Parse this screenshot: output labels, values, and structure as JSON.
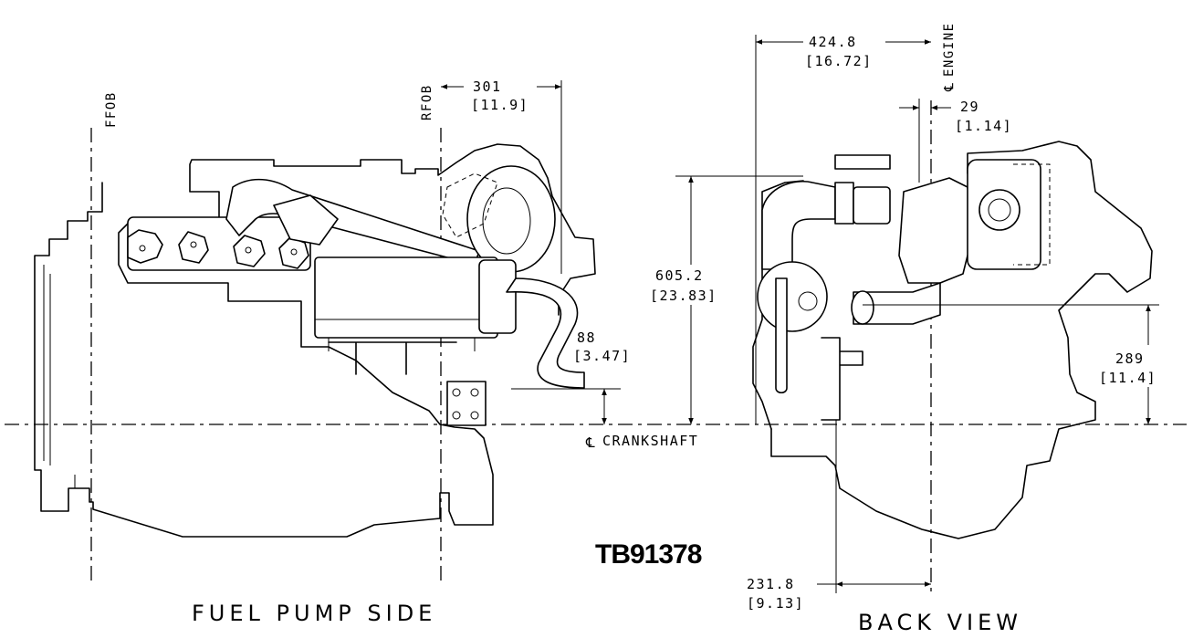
{
  "drawing_code": "TB91378",
  "views": {
    "left": "FUEL PUMP SIDE",
    "right": "BACK VIEW"
  },
  "reference_lines": {
    "ffob": "FFOB",
    "rfob": "RFOB",
    "engine": "ENGINE",
    "crankshaft": "CRANKSHAFT",
    "centerline_symbol": "℄"
  },
  "dimensions": {
    "d301": {
      "mm": "301",
      "in": "[11.9]"
    },
    "d88": {
      "mm": "88",
      "in": "[3.47]"
    },
    "d424": {
      "mm": "424.8",
      "in": "[16.72]"
    },
    "d29": {
      "mm": "29",
      "in": "[1.14]"
    },
    "d605": {
      "mm": "605.2",
      "in": "[23.83]"
    },
    "d289": {
      "mm": "289",
      "in": "[11.4]"
    },
    "d231": {
      "mm": "231.8",
      "in": "[9.13]"
    }
  }
}
